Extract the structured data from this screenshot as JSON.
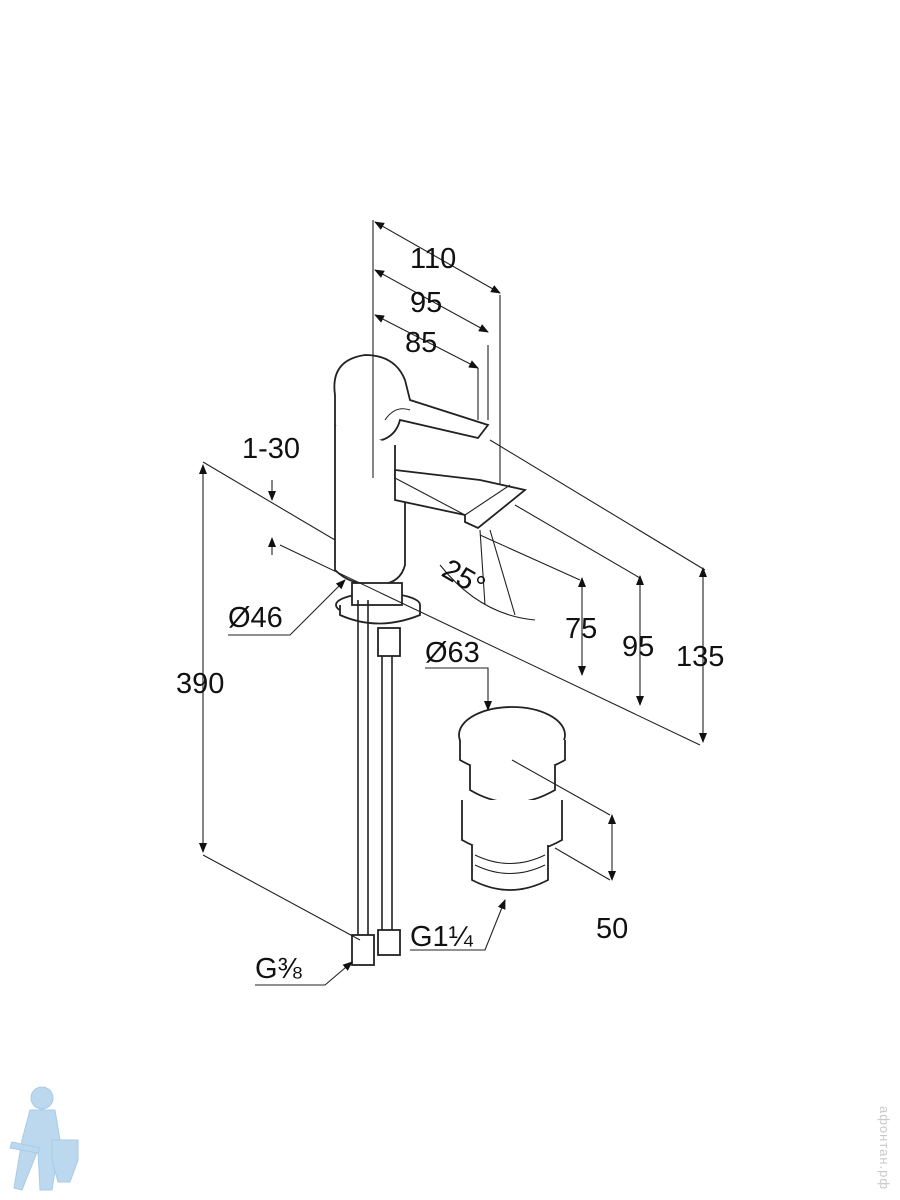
{
  "dimensions": {
    "width_110": "110",
    "width_95": "95",
    "width_85": "85",
    "lever_range": "1-30",
    "angle": "25°",
    "base_diameter": "Ø46",
    "height_390": "390",
    "height_75": "75",
    "height_95": "95",
    "height_135": "135",
    "waste_diameter": "Ø63",
    "waste_height": "50",
    "waste_thread": "G1¼",
    "hose_thread": "G⅜"
  },
  "watermark": {
    "text": "афонтан.рф"
  },
  "colors": {
    "line": "#222222",
    "logo": "#bcd8ee"
  }
}
